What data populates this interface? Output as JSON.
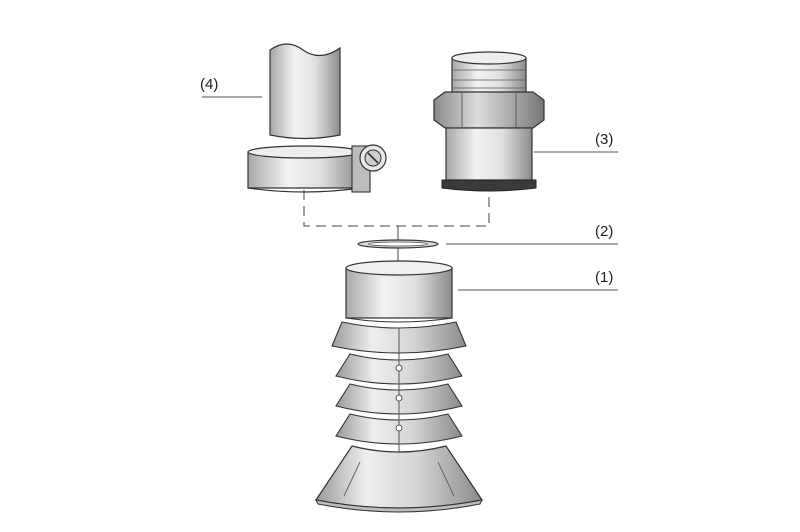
{
  "callouts": [
    {
      "id": "1",
      "text": "(1)"
    },
    {
      "id": "2",
      "text": "(2)"
    },
    {
      "id": "3",
      "text": "(3)"
    },
    {
      "id": "4",
      "text": "(4)"
    }
  ],
  "colors": {
    "part_fill_light": "#e6e6e6",
    "part_fill_mid": "#c8c8c8",
    "part_fill_dark": "#8f8f8f",
    "outline": "#333333",
    "leader_line": "#555555",
    "background": "#ffffff"
  }
}
